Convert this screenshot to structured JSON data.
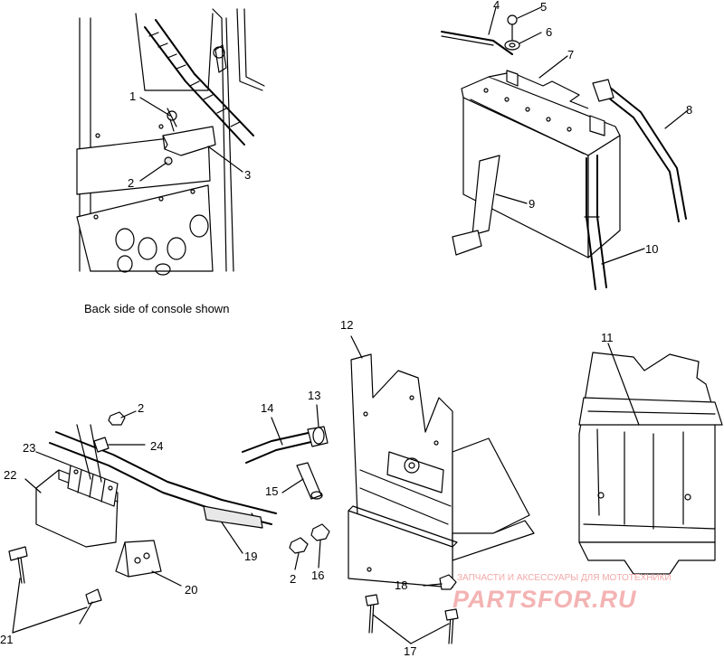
{
  "caption": "Back side of console shown",
  "callouts": [
    {
      "id": "1",
      "text": "1"
    },
    {
      "id": "2a",
      "text": "2"
    },
    {
      "id": "3",
      "text": "3"
    },
    {
      "id": "4",
      "text": "4"
    },
    {
      "id": "5",
      "text": "5"
    },
    {
      "id": "6",
      "text": "6"
    },
    {
      "id": "7",
      "text": "7"
    },
    {
      "id": "8",
      "text": "8"
    },
    {
      "id": "9",
      "text": "9"
    },
    {
      "id": "10",
      "text": "10"
    },
    {
      "id": "11",
      "text": "11"
    },
    {
      "id": "12",
      "text": "12"
    },
    {
      "id": "13",
      "text": "13"
    },
    {
      "id": "14",
      "text": "14"
    },
    {
      "id": "15",
      "text": "15"
    },
    {
      "id": "16",
      "text": "16"
    },
    {
      "id": "17",
      "text": "17"
    },
    {
      "id": "18",
      "text": "18"
    },
    {
      "id": "19",
      "text": "19"
    },
    {
      "id": "20",
      "text": "20"
    },
    {
      "id": "21",
      "text": "21"
    },
    {
      "id": "22",
      "text": "22"
    },
    {
      "id": "23",
      "text": "23"
    },
    {
      "id": "24",
      "text": "24"
    },
    {
      "id": "2b",
      "text": "2"
    },
    {
      "id": "2c",
      "text": "2"
    }
  ],
  "watermark": {
    "line1": "ЗАПЧАСТИ И АКСЕССУАРЫ ДЛЯ МОТОТЕХНИКИ",
    "line2": "PARTSFOR.RU"
  },
  "colors": {
    "ink": "#000000",
    "watermark": "#f2a8a8"
  }
}
